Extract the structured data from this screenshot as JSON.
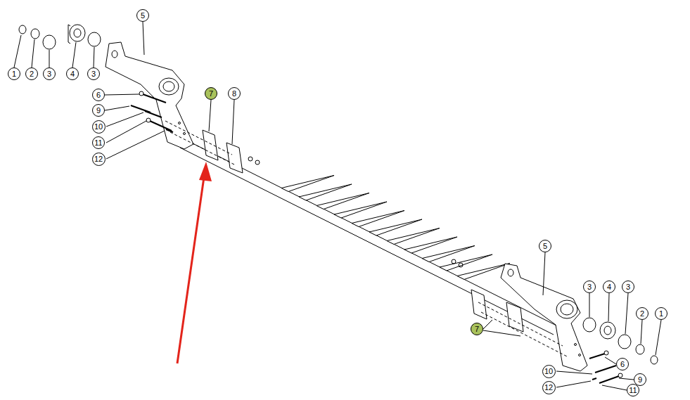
{
  "diagram": {
    "nodes": [
      {
        "text": [
          "5"
        ]
      },
      {
        "text": [
          "1"
        ]
      },
      {
        "text": [
          "2"
        ]
      },
      {
        "text": [
          "3"
        ]
      },
      {
        "text": [
          "4"
        ]
      },
      {
        "text": [
          "3"
        ]
      },
      {
        "text": [
          "7"
        ]
      },
      {
        "text": [
          "8"
        ]
      },
      {
        "text": [
          "6"
        ]
      },
      {
        "text": [
          "9"
        ]
      },
      {
        "text": [
          "10"
        ]
      },
      {
        "text": [
          "11"
        ]
      },
      {
        "text": [
          "12"
        ]
      },
      {
        "text": [
          "5"
        ]
      },
      {
        "text": [
          "3"
        ]
      },
      {
        "text": [
          "4"
        ]
      },
      {
        "text": [
          "3"
        ]
      },
      {
        "text": [
          "2"
        ]
      },
      {
        "text": [
          "1"
        ]
      },
      {
        "text": [
          "7"
        ]
      },
      {
        "text": [
          "6"
        ]
      },
      {
        "text": [
          "10"
        ]
      },
      {
        "text": [
          "9"
        ]
      },
      {
        "text": [
          "12"
        ]
      },
      {
        "text": [
          "11"
        ]
      }
    ]
  }
}
